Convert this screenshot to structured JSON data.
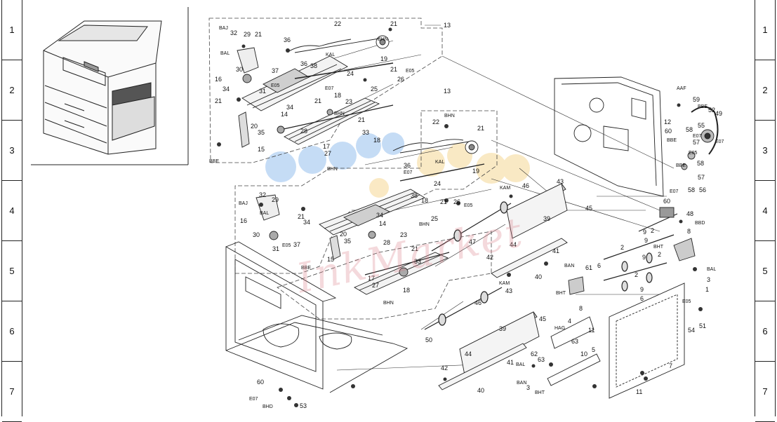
{
  "rulers": {
    "rows": [
      "1",
      "2",
      "3",
      "4",
      "5",
      "6",
      "7"
    ]
  },
  "watermark": {
    "text": "InkMarket"
  },
  "colors": {
    "line": "#222222",
    "watermark_pink": "#d78088",
    "dot_blue": "#7fb2ea",
    "dot_yellow": "#f3cf7d"
  },
  "callouts": [
    {
      "id": "c13a",
      "text": "13"
    },
    {
      "id": "c22a",
      "text": "22"
    },
    {
      "id": "c21a",
      "text": "21"
    },
    {
      "id": "c36a",
      "text": "36"
    },
    {
      "id": "c29a",
      "text": "29"
    },
    {
      "id": "c21b",
      "text": "21"
    },
    {
      "id": "c32a",
      "text": "32"
    },
    {
      "id": "baj1",
      "text": "BAJ"
    },
    {
      "id": "bal1",
      "text": "BAL"
    },
    {
      "id": "bhn1",
      "text": "BHN"
    },
    {
      "id": "kal1",
      "text": "KAL"
    },
    {
      "id": "c19a",
      "text": "19"
    },
    {
      "id": "c30a",
      "text": "30"
    },
    {
      "id": "c36b",
      "text": "36"
    },
    {
      "id": "c38a",
      "text": "38"
    },
    {
      "id": "c37a",
      "text": "37"
    },
    {
      "id": "c16a",
      "text": "16"
    },
    {
      "id": "c24a",
      "text": "24"
    },
    {
      "id": "c21c",
      "text": "21"
    },
    {
      "id": "e05a",
      "text": "E05"
    },
    {
      "id": "c26a",
      "text": "26"
    },
    {
      "id": "c25a",
      "text": "25"
    },
    {
      "id": "e07a",
      "text": "E07"
    },
    {
      "id": "c34a",
      "text": "34"
    },
    {
      "id": "c31a",
      "text": "31"
    },
    {
      "id": "e05b",
      "text": "E05"
    },
    {
      "id": "c18a",
      "text": "18"
    },
    {
      "id": "c21d",
      "text": "21"
    },
    {
      "id": "c21e",
      "text": "21"
    },
    {
      "id": "c34b",
      "text": "34"
    },
    {
      "id": "c23a",
      "text": "23"
    },
    {
      "id": "c14a",
      "text": "14"
    },
    {
      "id": "bhn2",
      "text": "BHN"
    },
    {
      "id": "c20a",
      "text": "20"
    },
    {
      "id": "c21f",
      "text": "21"
    },
    {
      "id": "c35a",
      "text": "35"
    },
    {
      "id": "c28a",
      "text": "28"
    },
    {
      "id": "c33a",
      "text": "33"
    },
    {
      "id": "c17a",
      "text": "17"
    },
    {
      "id": "c15a",
      "text": "15"
    },
    {
      "id": "c27a",
      "text": "27"
    },
    {
      "id": "c18b",
      "text": "18"
    },
    {
      "id": "bbe1",
      "text": "BBE"
    },
    {
      "id": "bhn3",
      "text": "BHN"
    },
    {
      "id": "c13b",
      "text": "13"
    },
    {
      "id": "bhn4",
      "text": "BHN"
    },
    {
      "id": "c22b",
      "text": "22"
    },
    {
      "id": "c21g",
      "text": "21"
    },
    {
      "id": "c36c",
      "text": "36"
    },
    {
      "id": "e07b",
      "text": "E07"
    },
    {
      "id": "kal2",
      "text": "KAL"
    },
    {
      "id": "c19b",
      "text": "19"
    },
    {
      "id": "c24b",
      "text": "24"
    },
    {
      "id": "c38b",
      "text": "38"
    },
    {
      "id": "c32b",
      "text": "32"
    },
    {
      "id": "baj2",
      "text": "BAJ"
    },
    {
      "id": "c29b",
      "text": "29"
    },
    {
      "id": "bal2",
      "text": "BAL"
    },
    {
      "id": "c18c",
      "text": "18"
    },
    {
      "id": "c21h",
      "text": "21"
    },
    {
      "id": "c26b",
      "text": "26"
    },
    {
      "id": "e05c",
      "text": "E05"
    },
    {
      "id": "c16b",
      "text": "16"
    },
    {
      "id": "c21i",
      "text": "21"
    },
    {
      "id": "c34c",
      "text": "34"
    },
    {
      "id": "c30b",
      "text": "30"
    },
    {
      "id": "c20b",
      "text": "20"
    },
    {
      "id": "c14b",
      "text": "14"
    },
    {
      "id": "c34d",
      "text": "34"
    },
    {
      "id": "c25b",
      "text": "25"
    },
    {
      "id": "c31b",
      "text": "31"
    },
    {
      "id": "e05d",
      "text": "E05"
    },
    {
      "id": "c37b",
      "text": "37"
    },
    {
      "id": "c35b",
      "text": "35"
    },
    {
      "id": "bhn5",
      "text": "BHN"
    },
    {
      "id": "c23b",
      "text": "23"
    },
    {
      "id": "c28b",
      "text": "28"
    },
    {
      "id": "bbe2",
      "text": "BBE"
    },
    {
      "id": "c15b",
      "text": "15"
    },
    {
      "id": "c21j",
      "text": "21"
    },
    {
      "id": "c33b",
      "text": "33"
    },
    {
      "id": "c17b",
      "text": "17"
    },
    {
      "id": "c27b",
      "text": "27"
    },
    {
      "id": "c18d",
      "text": "18"
    },
    {
      "id": "bhn6",
      "text": "BHN"
    },
    {
      "id": "kam1",
      "text": "KAM"
    },
    {
      "id": "c46a",
      "text": "46"
    },
    {
      "id": "c43a",
      "text": "43"
    },
    {
      "id": "c45a",
      "text": "45"
    },
    {
      "id": "c39a",
      "text": "39"
    },
    {
      "id": "c47a",
      "text": "47"
    },
    {
      "id": "c44a",
      "text": "44"
    },
    {
      "id": "c41a",
      "text": "41"
    },
    {
      "id": "c42a",
      "text": "42"
    },
    {
      "id": "ban1",
      "text": "BAN"
    },
    {
      "id": "c40a",
      "text": "40"
    },
    {
      "id": "kam2",
      "text": "KAM"
    },
    {
      "id": "c43b",
      "text": "43"
    },
    {
      "id": "c46b",
      "text": "46"
    },
    {
      "id": "c45b",
      "text": "45"
    },
    {
      "id": "c39b",
      "text": "39"
    },
    {
      "id": "c50a",
      "text": "50"
    },
    {
      "id": "c44b",
      "text": "44"
    },
    {
      "id": "c41b",
      "text": "41"
    },
    {
      "id": "c42b",
      "text": "42"
    },
    {
      "id": "ban2",
      "text": "BAN"
    },
    {
      "id": "c40b",
      "text": "40"
    },
    {
      "id": "aaf1",
      "text": "AAF"
    },
    {
      "id": "c59a",
      "text": "59"
    },
    {
      "id": "bbe3",
      "text": "BBE"
    },
    {
      "id": "c52a",
      "text": "52"
    },
    {
      "id": "c49a",
      "text": "49"
    },
    {
      "id": "c12a",
      "text": "12"
    },
    {
      "id": "c55a",
      "text": "55"
    },
    {
      "id": "c60a",
      "text": "60"
    },
    {
      "id": "c58a",
      "text": "58"
    },
    {
      "id": "e07c",
      "text": "E07"
    },
    {
      "id": "bbe4",
      "text": "BBE"
    },
    {
      "id": "e07d",
      "text": "E07"
    },
    {
      "id": "c57a",
      "text": "57"
    },
    {
      "id": "e05e",
      "text": "E05"
    },
    {
      "id": "c58b",
      "text": "58"
    },
    {
      "id": "bbe5",
      "text": "BBE"
    },
    {
      "id": "c57b",
      "text": "57"
    },
    {
      "id": "e07e",
      "text": "E07"
    },
    {
      "id": "c58c",
      "text": "58"
    },
    {
      "id": "c56a",
      "text": "56"
    },
    {
      "id": "c60b",
      "text": "60"
    },
    {
      "id": "c48a",
      "text": "48"
    },
    {
      "id": "bbd1",
      "text": "BBD"
    },
    {
      "id": "c9a",
      "text": "9"
    },
    {
      "id": "c2a",
      "text": "2"
    },
    {
      "id": "c8a",
      "text": "8"
    },
    {
      "id": "c9b",
      "text": "9"
    },
    {
      "id": "bht1",
      "text": "BHT"
    },
    {
      "id": "c2b",
      "text": "2"
    },
    {
      "id": "c2c",
      "text": "2"
    },
    {
      "id": "c9c",
      "text": "9"
    },
    {
      "id": "c61a",
      "text": "61"
    },
    {
      "id": "c6a",
      "text": "6"
    },
    {
      "id": "c2d",
      "text": "2"
    },
    {
      "id": "bal3",
      "text": "BAL"
    },
    {
      "id": "c3a",
      "text": "3"
    },
    {
      "id": "c9d",
      "text": "9"
    },
    {
      "id": "c1a",
      "text": "1"
    },
    {
      "id": "bht2",
      "text": "BHT"
    },
    {
      "id": "c6b",
      "text": "6"
    },
    {
      "id": "c8b",
      "text": "8"
    },
    {
      "id": "c11a",
      "text": "11"
    },
    {
      "id": "c4a",
      "text": "4"
    },
    {
      "id": "hag1",
      "text": "HAG"
    },
    {
      "id": "e05f",
      "text": "E05"
    },
    {
      "id": "c54a",
      "text": "54"
    },
    {
      "id": "c51a",
      "text": "51"
    },
    {
      "id": "c62a",
      "text": "62"
    },
    {
      "id": "c63a",
      "text": "63"
    },
    {
      "id": "c63b",
      "text": "63"
    },
    {
      "id": "c5a",
      "text": "5"
    },
    {
      "id": "c10a",
      "text": "10"
    },
    {
      "id": "c7a",
      "text": "7"
    },
    {
      "id": "bal4",
      "text": "BAL"
    },
    {
      "id": "c3b",
      "text": "3"
    },
    {
      "id": "bht3",
      "text": "BHT"
    },
    {
      "id": "c11b",
      "text": "11"
    },
    {
      "id": "c60c",
      "text": "60"
    },
    {
      "id": "e07f",
      "text": "E07"
    },
    {
      "id": "bhd1",
      "text": "BHD"
    },
    {
      "id": "c53a",
      "text": "53"
    }
  ]
}
